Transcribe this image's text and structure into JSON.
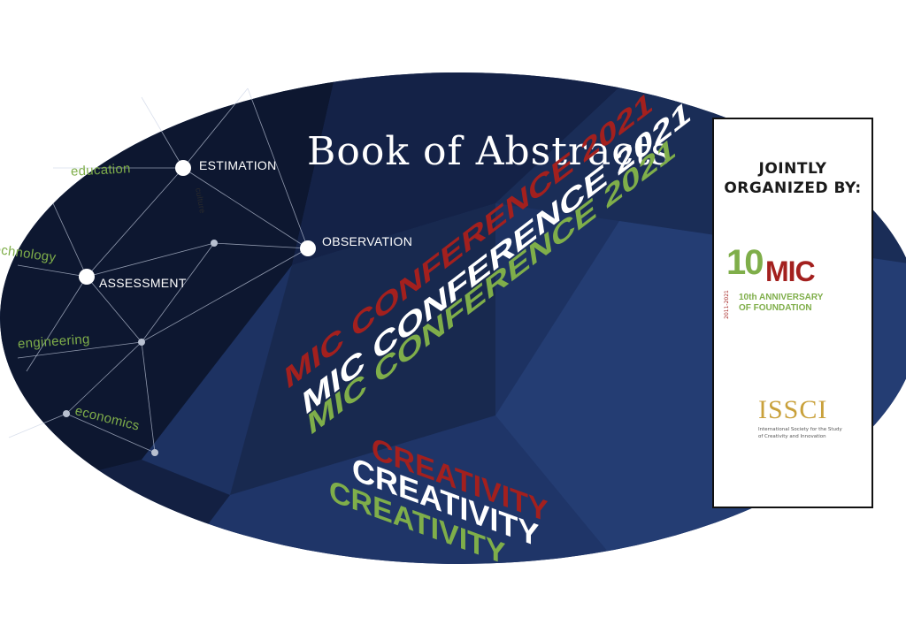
{
  "title": "Book of Abstracts",
  "network": {
    "nodes": [
      "ESTIMATION",
      "OBSERVATION",
      "ASSESSMENT"
    ],
    "fields": [
      "education",
      "technology",
      "engineering",
      "economics"
    ],
    "small_label": "culture"
  },
  "stack": {
    "conference_line": "MIC CONFERENCE 2021",
    "year": "2021",
    "creativity": "CREATIVITY"
  },
  "sidebar": {
    "heading_line1": "JOINTLY",
    "heading_line2": "ORGANIZED BY:",
    "mic_logo": {
      "number": "10",
      "word": "MIC",
      "years": "2011-2021",
      "anniversary_line1": "10th ANNIVERSARY",
      "anniversary_line2": "OF FOUNDATION"
    },
    "issci_logo": {
      "word": "ISSCI",
      "caption_line1": "International Society for the Study",
      "caption_line2": "of Creativity and Innovation"
    }
  },
  "colors": {
    "navy_dark": "#0f1a33",
    "navy": "#1f3566",
    "red": "#a3201e",
    "green": "#7fae4a",
    "gold": "#c9a13b"
  }
}
